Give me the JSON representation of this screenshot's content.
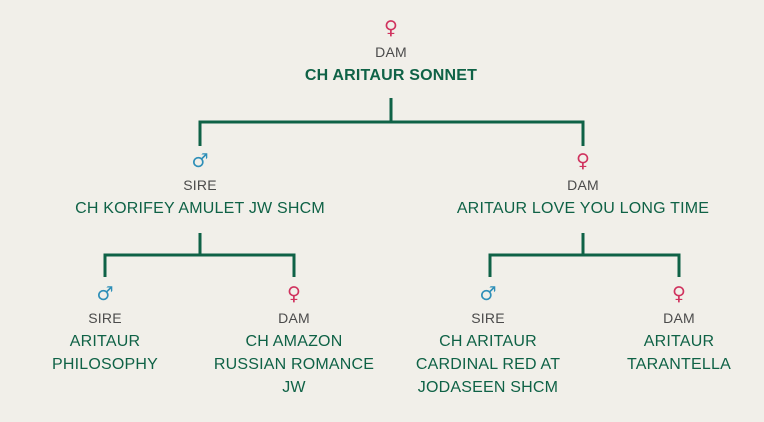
{
  "colors": {
    "background": "#f1efe9",
    "connector": "#0f6246",
    "name_text": "#0f6246",
    "female_symbol": "#d0325e",
    "male_symbol": "#2e8fb8"
  },
  "pedigree": {
    "root": {
      "symbol": "♀",
      "icon": "female-symbol-icon",
      "role": "DAM",
      "name": "CH ARITAUR SONNET"
    },
    "parents": {
      "sire": {
        "symbol": "♂",
        "icon": "male-symbol-icon",
        "role": "SIRE",
        "name": "CH KORIFEY AMULET JW SHCM"
      },
      "dam": {
        "symbol": "♀",
        "icon": "female-symbol-icon",
        "role": "DAM",
        "name": "ARITAUR LOVE YOU LONG TIME"
      }
    },
    "grandparents": {
      "sire_sire": {
        "symbol": "♂",
        "icon": "male-symbol-icon",
        "role": "SIRE",
        "name": "ARITAUR\nPHILOSOPHY"
      },
      "sire_dam": {
        "symbol": "♀",
        "icon": "female-symbol-icon",
        "role": "DAM",
        "name": "CH AMAZON\nRUSSIAN ROMANCE\nJW"
      },
      "dam_sire": {
        "symbol": "♂",
        "icon": "male-symbol-icon",
        "role": "SIRE",
        "name": "CH ARITAUR\nCARDINAL RED AT\nJODASEEN SHCM"
      },
      "dam_dam": {
        "symbol": "♀",
        "icon": "female-symbol-icon",
        "role": "DAM",
        "name": "ARITAUR\nTARANTELLA"
      }
    }
  }
}
